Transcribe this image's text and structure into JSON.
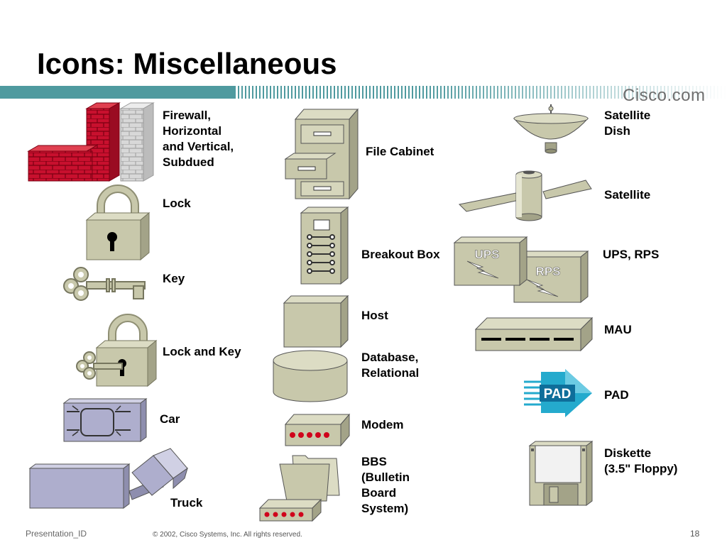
{
  "slide": {
    "title": "Icons: Miscellaneous",
    "logo": "Cisco.com",
    "footer_left": "Presentation_ID",
    "footer_center": "© 2002, Cisco Systems, Inc. All rights reserved.",
    "page_number": "18"
  },
  "colors": {
    "band_teal": "#4f9a9f",
    "icon_tan": "#c8c8ab",
    "icon_tan_dark": "#8f8f74",
    "firewall_red": "#c8102e",
    "vehicle_lavender": "#aeaecd",
    "pad_cyan": "#24aacd",
    "modem_led_red": "#d0021b"
  },
  "labels": {
    "firewall": "Firewall,\nHorizontal\nand Vertical,\nSubdued",
    "lock": "Lock",
    "key": "Key",
    "lock_and_key": "Lock and Key",
    "car": "Car",
    "truck": "Truck",
    "file_cabinet": "File Cabinet",
    "breakout_box": "Breakout Box",
    "host": "Host",
    "database": "Database,\nRelational",
    "modem": "Modem",
    "bbs": "BBS\n(Bulletin\nBoard\nSystem)",
    "satellite_dish": "Satellite\nDish",
    "satellite": "Satellite",
    "ups_rps": "UPS, RPS",
    "mau": "MAU",
    "pad": "PAD",
    "diskette": "Diskette\n(3.5\" Floppy)"
  },
  "icon_text": {
    "ups": "UPS",
    "rps": "RPS",
    "pad": "PAD"
  }
}
